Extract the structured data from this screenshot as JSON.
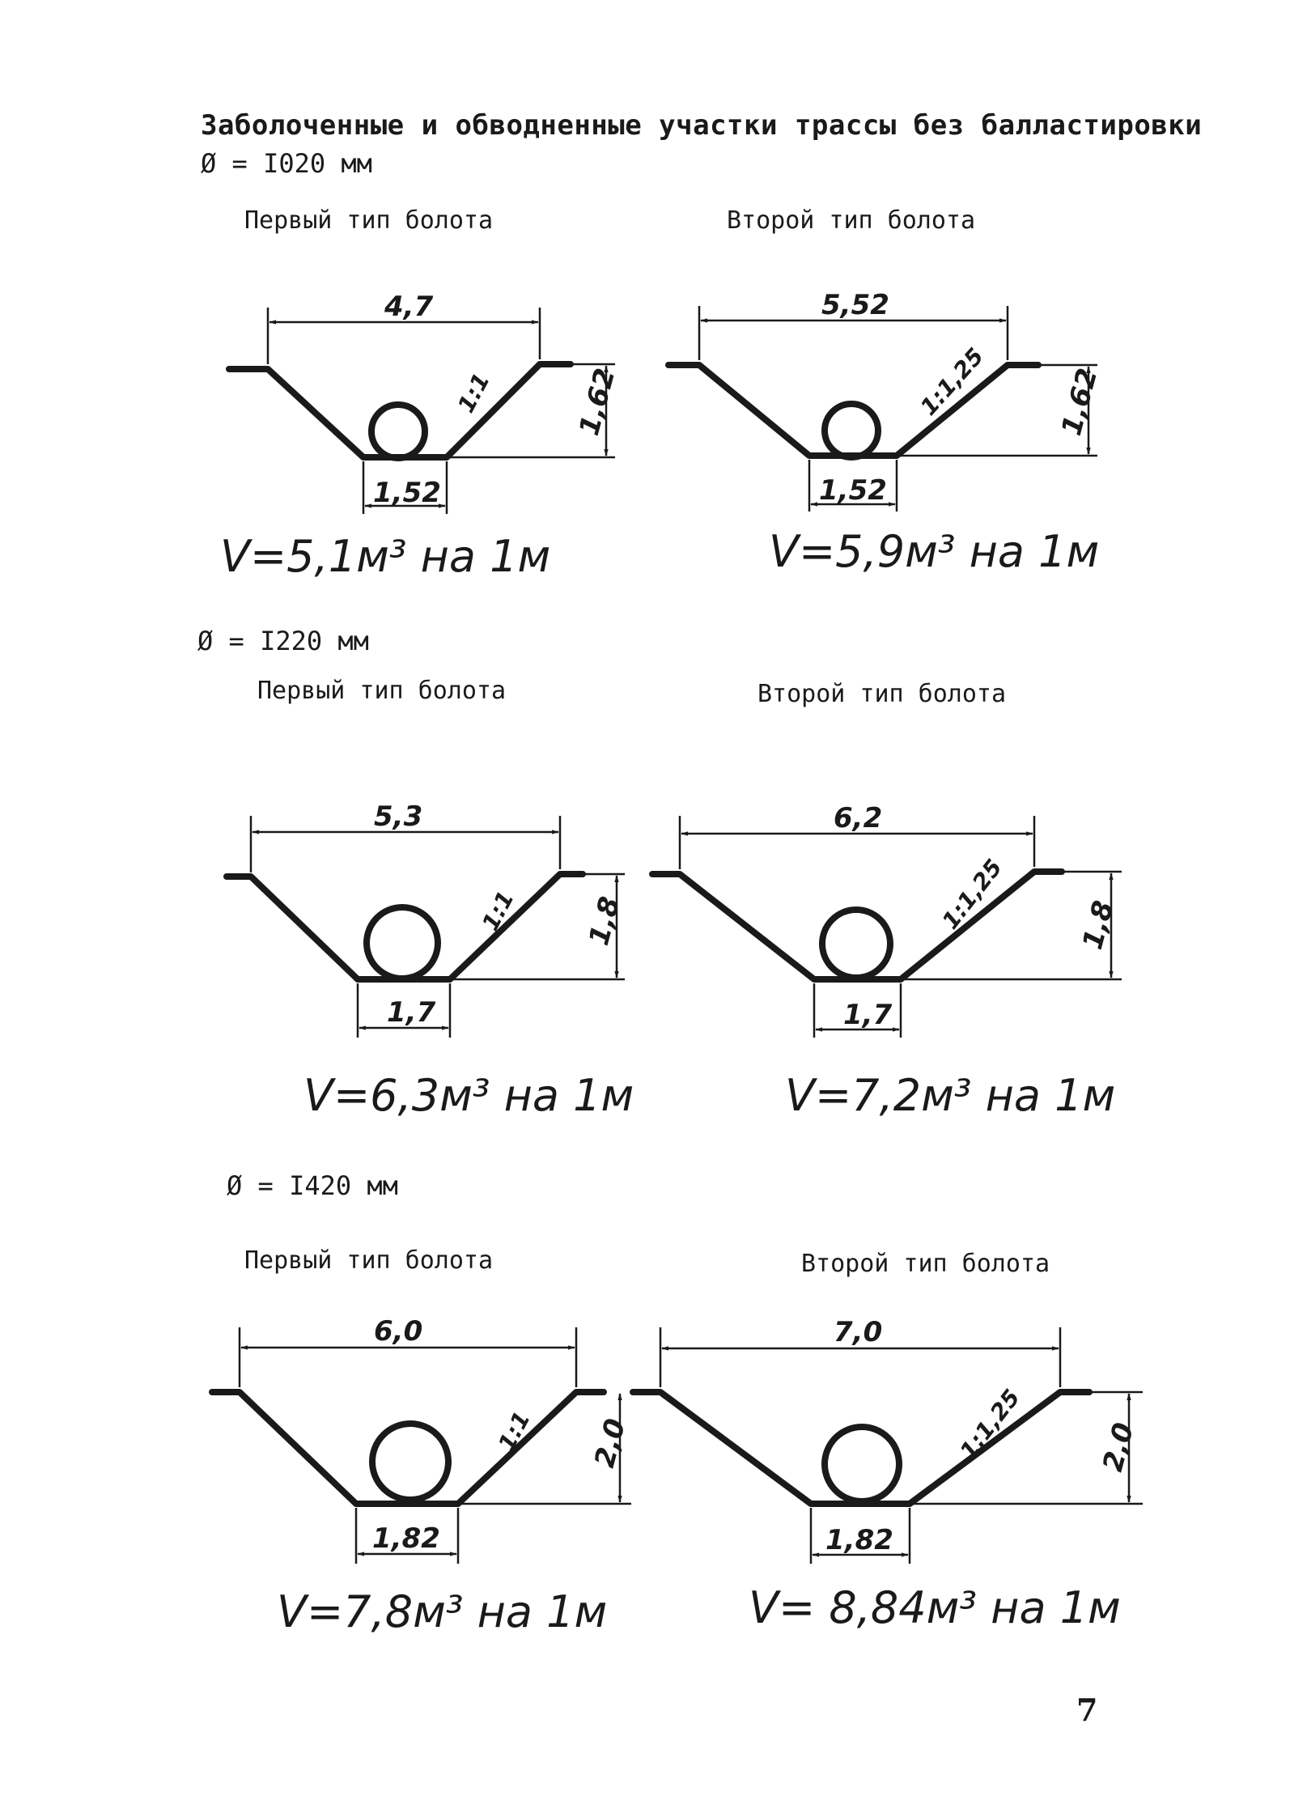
{
  "header": {
    "title": "Заболоченные и обводненные участки трассы без балластировки"
  },
  "sections": [
    {
      "diameter": "Ø = I020 мм",
      "items": [
        {
          "bog_type": "Первый тип болота",
          "top_width": "4,7",
          "bottom_width": "1,52",
          "depth": "1,62",
          "slope": "1:1",
          "volume": "V=5,1м³ на 1м"
        },
        {
          "bog_type": "Второй тип болота",
          "top_width": "5,52",
          "bottom_width": "1,52",
          "depth": "1,62",
          "slope": "1:1,25",
          "volume": "V=5,9м³ на 1м"
        }
      ]
    },
    {
      "diameter": "Ø = I220 мм",
      "items": [
        {
          "bog_type": "Первый тип болота",
          "top_width": "5,3",
          "bottom_width": "1,7",
          "depth": "1,8",
          "slope": "1:1",
          "volume": "V=6,3м³ на 1м"
        },
        {
          "bog_type": "Второй тип болота",
          "top_width": "6,2",
          "bottom_width": "1,7",
          "depth": "1,8",
          "slope": "1:1,25",
          "volume": "V=7,2м³ на 1м"
        }
      ]
    },
    {
      "diameter": "Ø = I420 мм",
      "items": [
        {
          "bog_type": "Первый тип болота",
          "top_width": "6,0",
          "bottom_width": "1,82",
          "depth": "2,0",
          "slope": "1:1",
          "volume": "V=7,8м³ на 1м"
        },
        {
          "bog_type": "Второй тип болота",
          "top_width": "7,0",
          "bottom_width": "1,82",
          "depth": "2,0",
          "slope": "1:1,25",
          "volume": "V= 8,84м³ на 1м"
        }
      ]
    }
  ],
  "page_number": "7"
}
